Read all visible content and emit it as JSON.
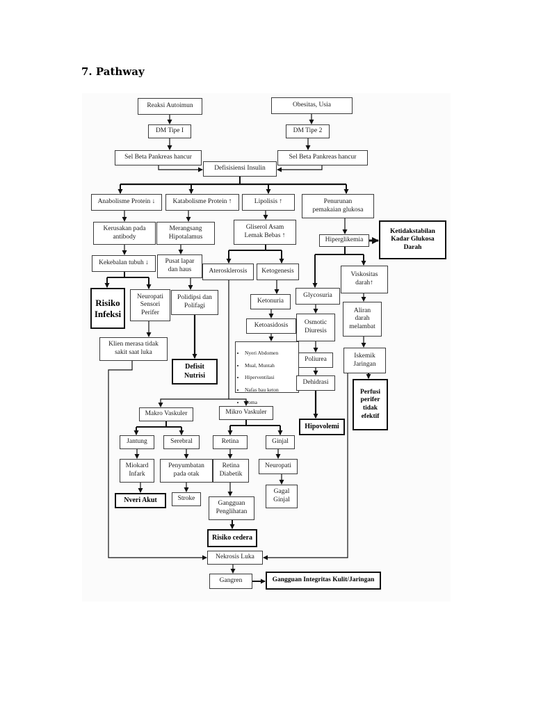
{
  "heading": "7. Pathway",
  "nodes": {
    "reaksi_autoimun": "Reaksi Autoimun",
    "obesitas_usia": "Obesitas, Usia",
    "dm_tipe_1": "DM Tipe I",
    "dm_tipe_2": "DM Tipe 2",
    "sel_beta_1": "Sel Beta Pankreas hancur",
    "sel_beta_2": "Sel Beta Pankreas hancur",
    "defisiensi_insulin": "Defisisiensi Insulin",
    "anabolisme_protein": "Anabolisme Protein ↓",
    "katabolisme_protein": "Katabolisme Protein ↑",
    "lipolisis": "Lipolisis ↑",
    "penurunan_glukosa": "Penurunan\npemakaian glukosa",
    "kerusakan_antibody": "Kerusakan pada\nantibody",
    "merangsang_hipotalamus": "Merangsang\nHipotalamus",
    "gliserol": "Gliserol Asam\nLemak Bebas ↑",
    "hiperglikemia": "Hiperglikemia",
    "ketidakstabilan": "Ketidakstabilan\nKadar Glukosa\nDarah",
    "kekebalan_tubuh": "Kekebalan tubuh ↓",
    "pusat_lapar": "Pusat lapar\ndan haus",
    "aterosklerosis": "Aterosklerosis",
    "ketogenesis": "Ketogenesis",
    "viskositas": "Viskositas\ndarah↑",
    "risiko_infeksi": "Risiko\nInfeksi",
    "neuropati_sensori": "Neuropati\nSensori\nPerifer",
    "polidipsi": "Polidipsi dan\nPolifagi",
    "ketonuria": "Ketonuria",
    "glycosuria": "Glycosuria",
    "aliran_darah": "Aliran\ndarah\nmelambat",
    "ketoasidosis": "Ketoasidosis",
    "osmotic_diuresis": "Osmotic\nDiuresis",
    "klien_merasa": "Klien merasa tidak\nsakit saat luka",
    "iskemik_jaringan": "Iskemik\nJaringan",
    "poliurea": "Poliurea",
    "defisit_nutrisi": "Defisit\nNutrisi",
    "dehidrasi": "Dehidrasi",
    "perfusi_perifer": "Perfusi\nperifer\ntidak\nefektif",
    "makro_vaskuler": "Makro Vaskuler",
    "mikro_vaskuler": "Mikro Vaskuler",
    "hipovolemi": "Hipovolemi",
    "jantung": "Jantung",
    "serebral": "Serebral",
    "retina": "Retina",
    "ginjal": "Ginjal",
    "miokard_infark": "Miokard\nInfark",
    "penyumbatan_otak": "Penyumbatan\npada otak",
    "retina_diabetik": "Retina\nDiabetik",
    "neuropati": "Neuropati",
    "nyeri_akut": "Nveri Akut",
    "stroke": "Stroke",
    "gagal_ginjal": "Gagal\nGinjal",
    "gangguan_penglihatan": "Gangguan\nPenglihatan",
    "risiko_cedera": "Risiko cedera",
    "nekrosis_luka": "Nekrosis Luka",
    "gangren": "Gangren",
    "gangguan_integritas": "Gangguan Integritas Kulit/Jaringan"
  },
  "symptom_list": [
    "Nyeri Abdomen",
    "Mual, Muntah",
    "Hiperventilasi",
    "Nafas bau keton",
    "Coma"
  ]
}
